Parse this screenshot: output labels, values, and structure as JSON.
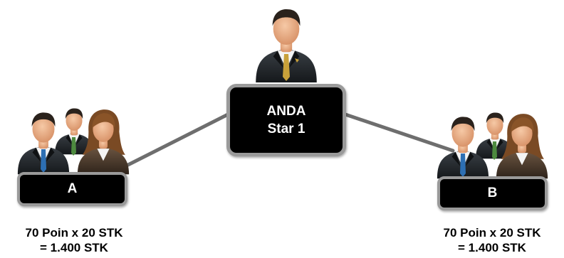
{
  "colors": {
    "connector": "#6e6e6e",
    "node_fill": "#000000",
    "node_border": "#9a9a9a",
    "node_text": "#ffffff",
    "suit": "#2b2f33",
    "suit_brown": "#4a3a2c",
    "skin": "#e8b08a",
    "hair_dark": "#2a221c",
    "hair_brown": "#7a4a24",
    "shirt": "#f4f4f4",
    "tie_gold": "#c8a13a",
    "tie_blue": "#2d6fb3",
    "tie_green": "#4d8a3f"
  },
  "icons": {
    "center": "single-businessman-icon",
    "left_group": "business-team-icon",
    "right_group": "business-team-icon"
  },
  "center_node": {
    "line1": "ANDA",
    "line2": "Star 1"
  },
  "node_a": {
    "label": "A",
    "calc_line1": "70 Poin x 20 STK",
    "calc_line2": "= 1.400 STK"
  },
  "node_b": {
    "label": "B",
    "calc_line1": "70 Poin x 20 STK",
    "calc_line2": "= 1.400 STK"
  }
}
